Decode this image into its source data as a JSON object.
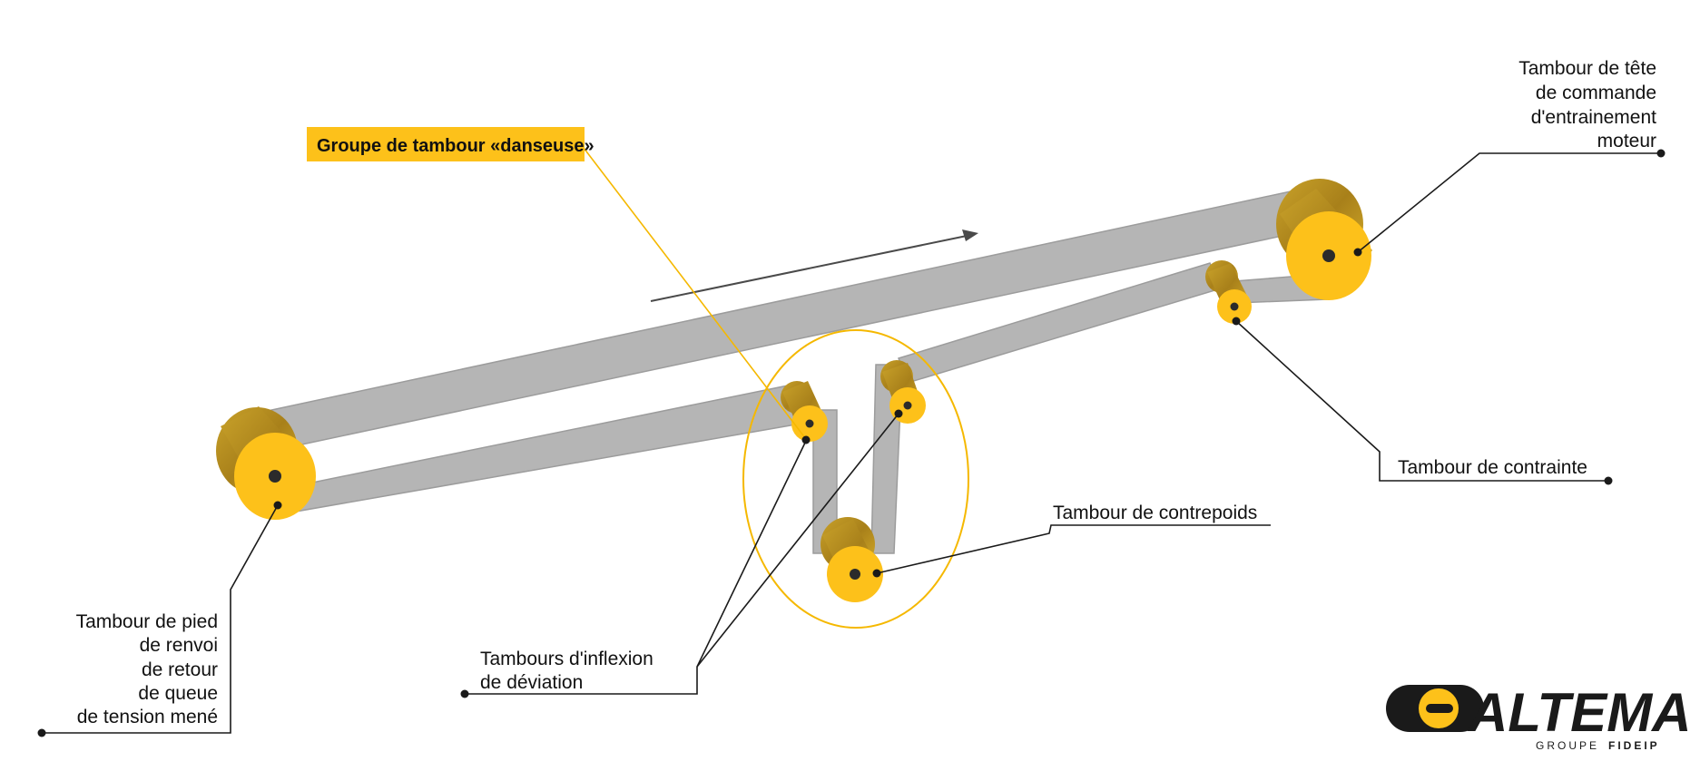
{
  "labels": {
    "highlight": "Groupe de tambour «danseuse»",
    "head_drum": [
      "Tambour de tête",
      "de commande",
      "d'entrainement",
      "moteur"
    ],
    "tail_drum": [
      "Tambour de pied",
      "de renvoi",
      "de retour",
      "de queue",
      "de tension mené"
    ],
    "snub_drums": [
      "Tambours d'inflexion",
      "de déviation"
    ],
    "counterweight_drum": "Tambour de contrepoids",
    "constraint_drum": "Tambour de contrainte"
  },
  "logo": {
    "name": "ALTEMA",
    "subtitle_a": "GROUPE",
    "subtitle_b": "FIDEIP"
  },
  "colors": {
    "accent": "#fdc11a",
    "belt": "#b5b5b5",
    "text": "#111111"
  }
}
